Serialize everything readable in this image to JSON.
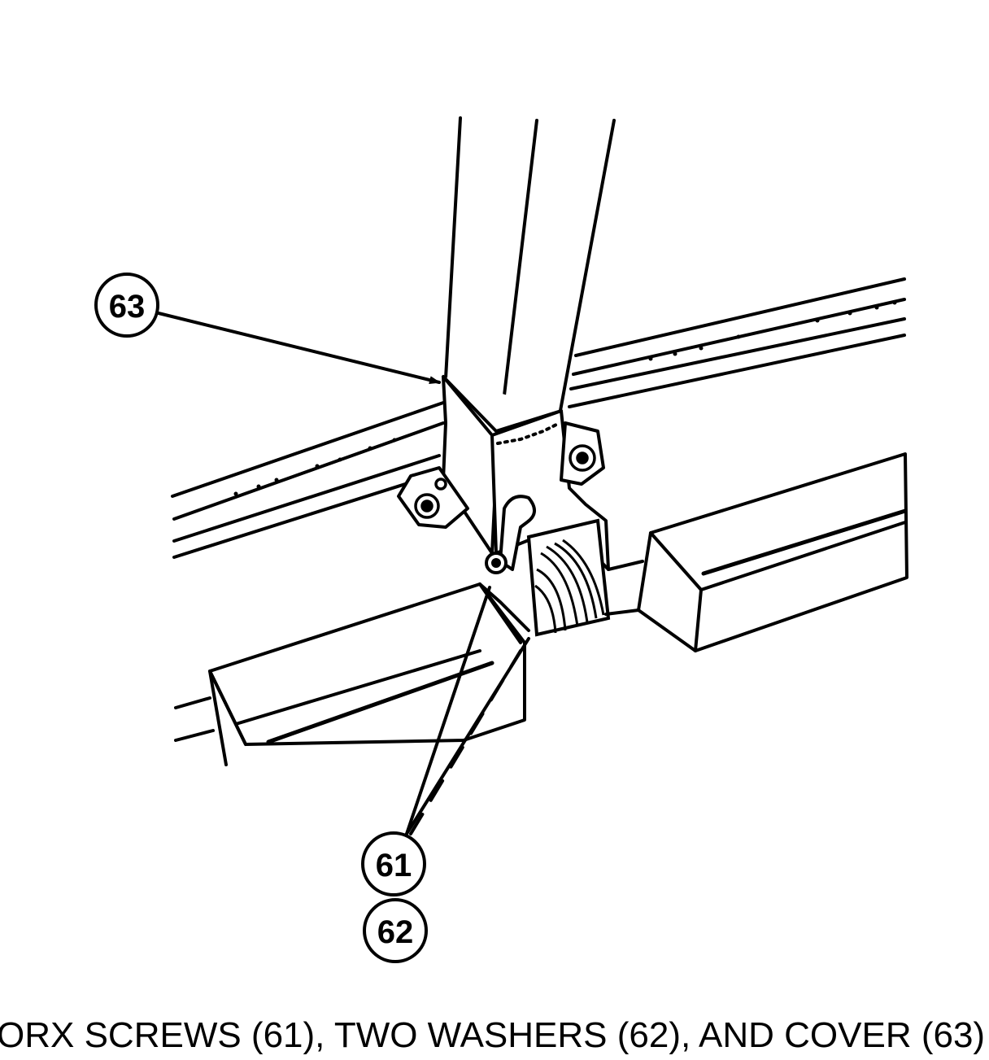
{
  "callouts": {
    "c63": "63",
    "c61": "61",
    "c62": "62"
  },
  "caption": "ORX SCREWS (61), TWO WASHERS (62), AND COVER (63)",
  "colors": {
    "ink": "#000000",
    "paper": "#ffffff"
  }
}
